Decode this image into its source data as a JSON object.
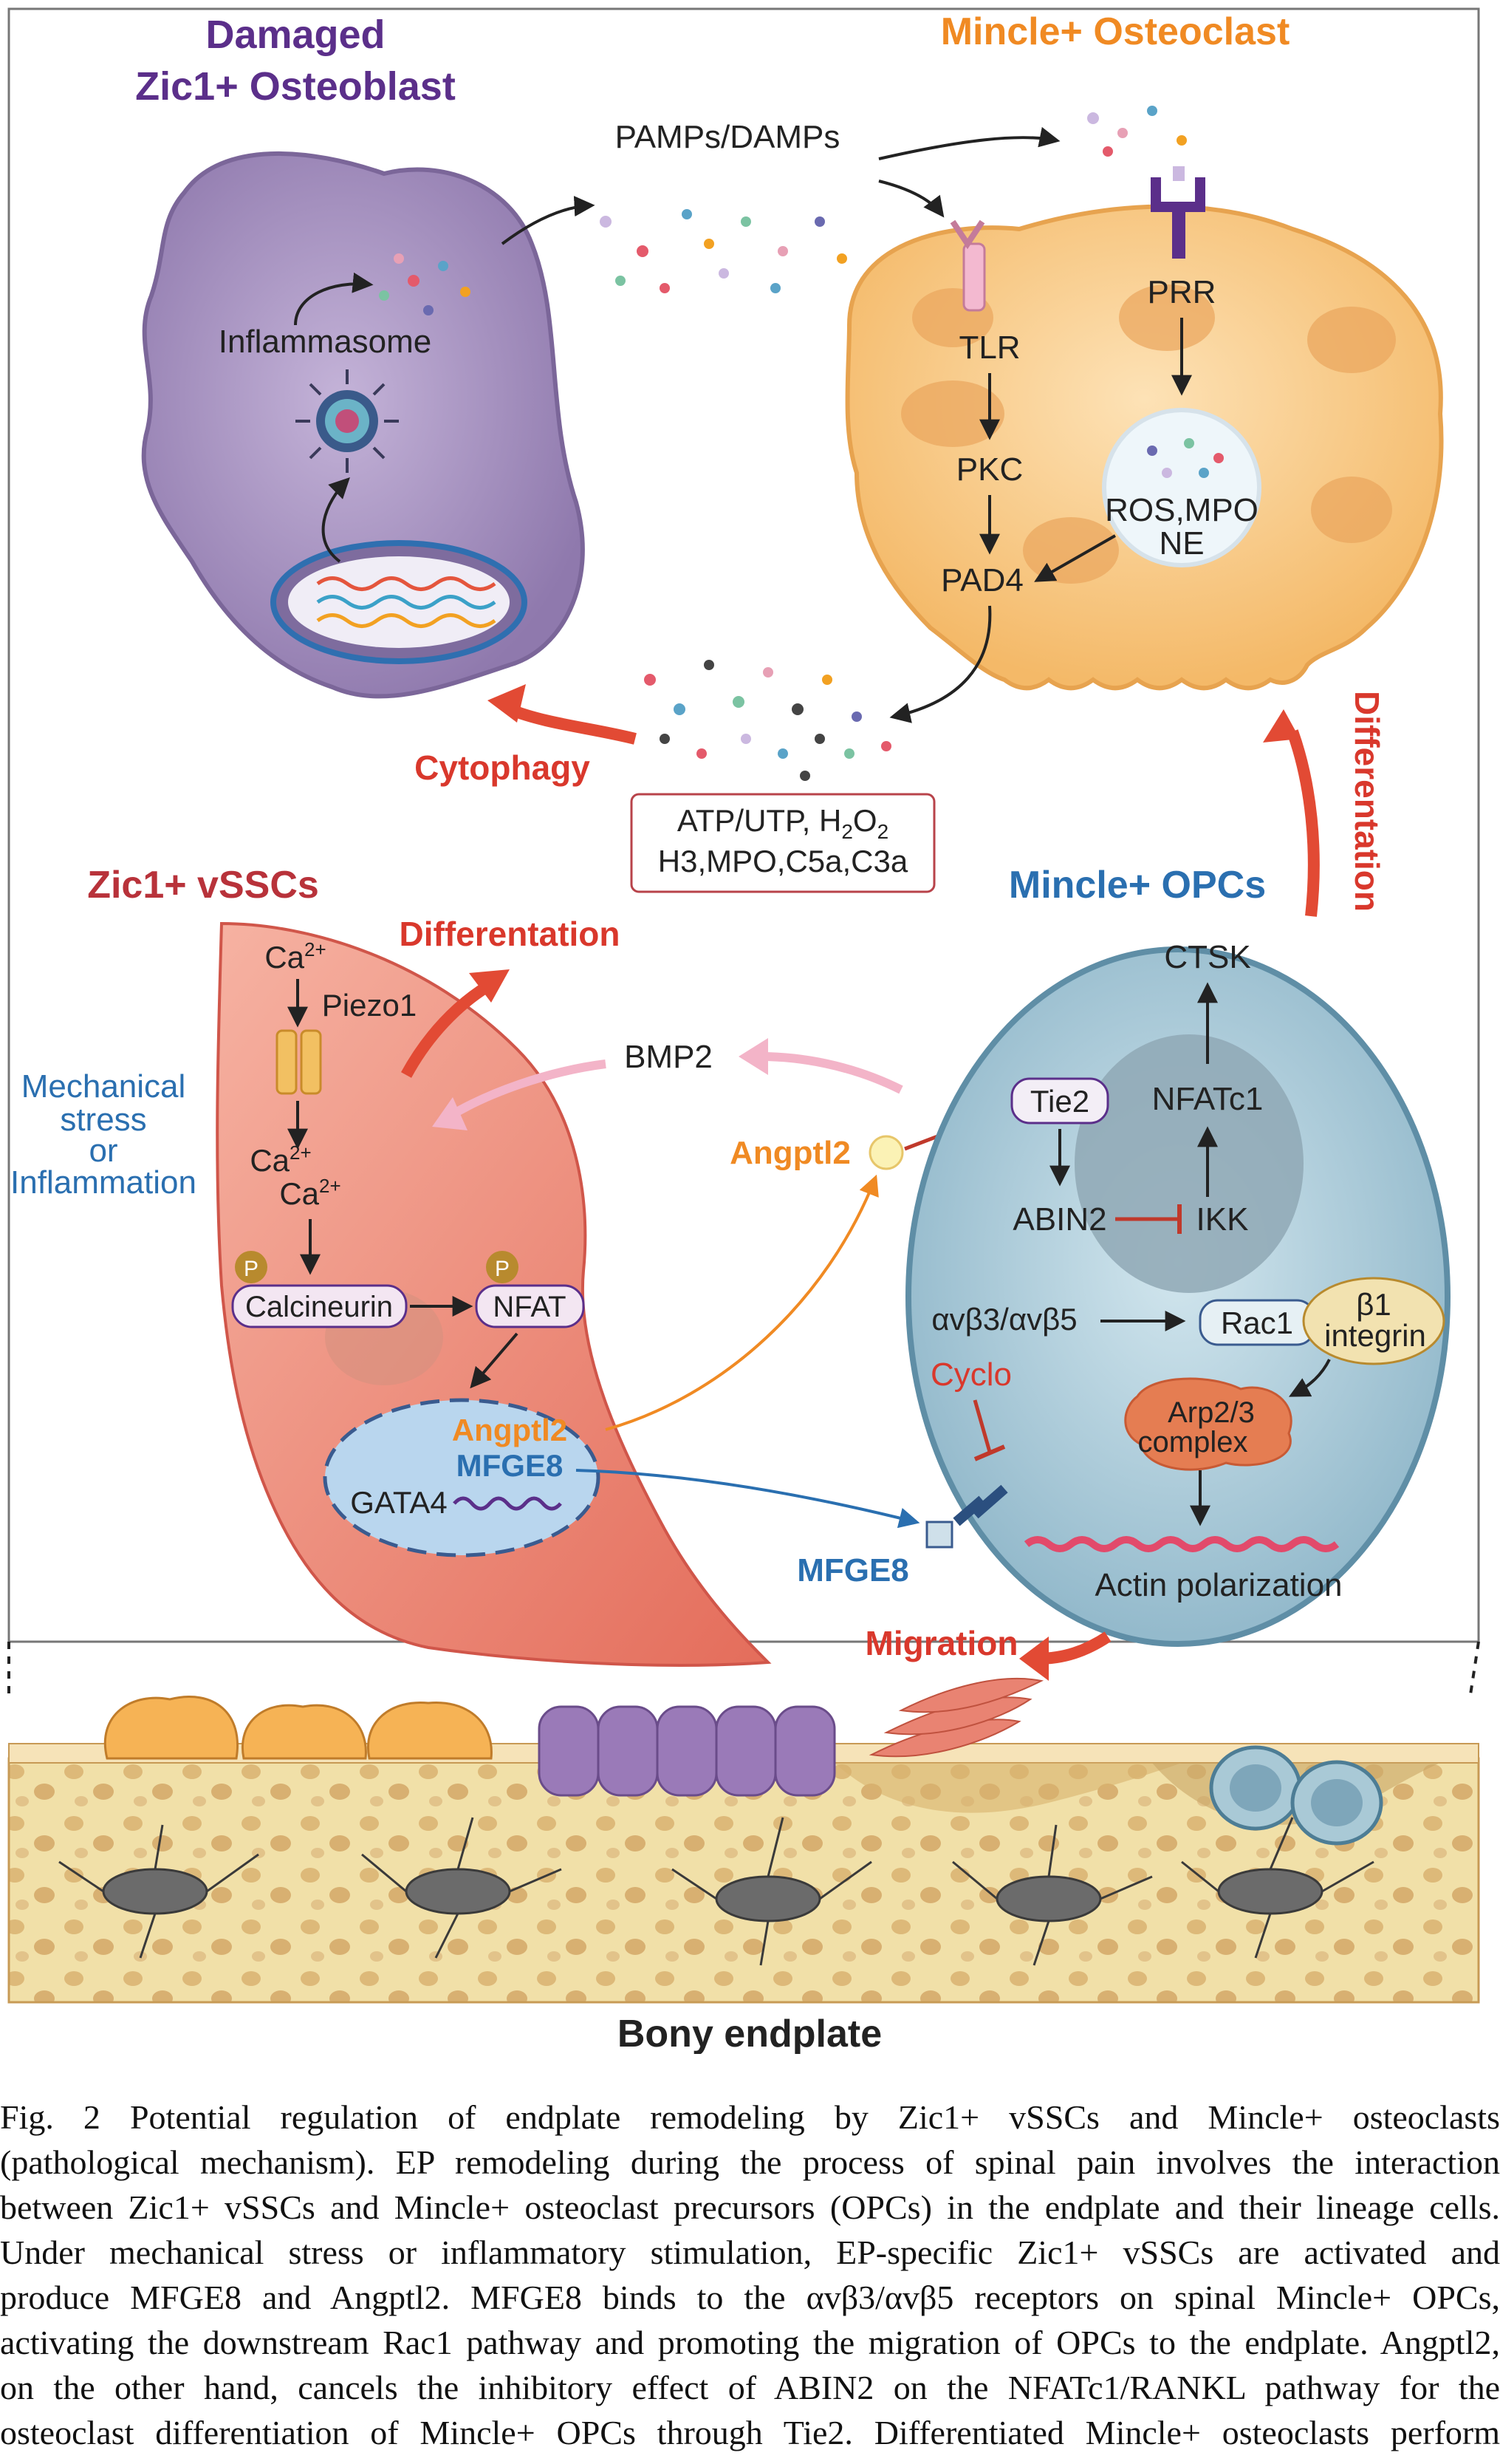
{
  "titles": {
    "damaged_1": "Damaged",
    "damaged_2": "Zic1+ Osteoblast",
    "mincle_osteoclast": "Mincle+ Osteoclast",
    "zic1_vsscs": "Zic1+ vSSCs",
    "mincle_opcs": "Mincle+ OPCs",
    "bony_endplate": "Bony endplate"
  },
  "labels": {
    "pamps_damps": "PAMPs/DAMPs",
    "inflammasome": "Inflammasome",
    "tlr": "TLR",
    "prr": "PRR",
    "pkc": "PKC",
    "ros_mpo": "ROS,MPO",
    "ne": "NE",
    "pad4": "PAD4",
    "cytophagy": "Cytophagy",
    "atp_line": "ATP/UTP, H",
    "h2o2_sub1": "2",
    "h2o2_o": "O",
    "h2o2_sub2": "2",
    "h3_line": "H3,MPO,C5a,C3a",
    "differentation_right": "Differentation",
    "differentation_left": "Differentation",
    "ca_top": "Ca",
    "ca_sup": "2+",
    "piezo1": "Piezo1",
    "mech_1": "Mechanical",
    "mech_2": "stress",
    "mech_3": "or",
    "mech_4": "Inflammation",
    "ca_mid1": "Ca",
    "ca_mid2": "Ca",
    "p": "P",
    "calcineurin": "Calcineurin",
    "nfat": "NFAT",
    "angptl2_nuc": "Angptl2",
    "mfge8_nuc": "MFGE8",
    "gata4": "GATA4",
    "bmp2": "BMP2",
    "angptl2_mid": "Angptl2",
    "ctsk": "CTSK",
    "tie2": "Tie2",
    "nfatc1": "NFATc1",
    "abin2": "ABIN2",
    "ikk": "IKK",
    "avb3": "αvβ3/αvβ5",
    "rac1": "Rac1",
    "b1": "β1",
    "integrin": "integrin",
    "cyclo": "Cyclo",
    "arp_1": "Arp2/3",
    "arp_2": "complex",
    "mfge8_out": "MFGE8",
    "actin": "Actin polarization",
    "migration": "Migration"
  },
  "caption": {
    "lines": [
      "Fig. 2 Potential regulation of endplate remodeling by Zic1+ vSSCs and Mincle+ osteoclasts",
      "(pathological mechanism). EP remodeling during the process of spinal pain involves the interaction",
      "between Zic1+ vSSCs and Mincle+ osteoclast precursors (OPCs) in the endplate and their lineage cells.",
      "Under mechanical stress or inflammatory stimulation, EP-specific Zic1+ vSSCs are activated and",
      "produce MFGE8 and Angptl2. MFGE8 binds to the αvβ3/αvβ5 receptors on spinal Mincle+ OPCs,",
      "activating the downstream Rac1 pathway and promoting the migration of OPCs to the endplate. Angptl2,",
      "on the other hand, cancels the inhibitory effect of ABIN2 on the NFATc1/RANKL pathway for the",
      "osteoclast differentiation of Mincle+ OPCs through Tie2. Differentiated Mincle+ osteoclasts perform"
    ]
  },
  "colors": {
    "purple_cell": "#9b86b5",
    "osteoclast": "#f6c788",
    "vssc": "#ec8f7e",
    "opc": "#a9c9d6",
    "red_text": "#d9382c",
    "orange_text": "#f08a23",
    "blue_text": "#2a6fb0",
    "purple_text": "#5b2f8a"
  }
}
